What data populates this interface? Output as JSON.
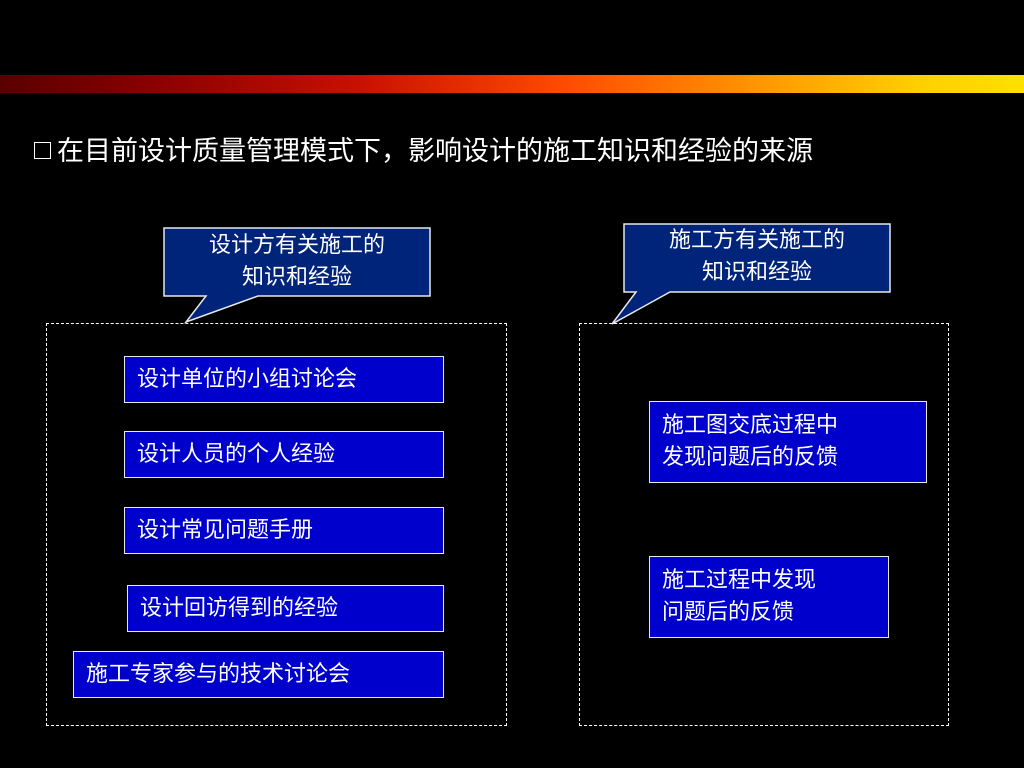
{
  "title": "在目前设计质量管理模式下，影响设计的施工知识和经验的来源",
  "callouts": {
    "left": [
      "设计方有关施工的",
      "知识和经验"
    ],
    "right": [
      "施工方有关施工的",
      "知识和经验"
    ]
  },
  "left_items": [
    "设计单位的小组讨论会",
    "设计人员的个人经验",
    "设计常见问题手册",
    "设计回访得到的经验",
    "施工专家参与的技术讨论会"
  ],
  "right_items": [
    [
      "施工图交底过程中",
      "发现问题后的反馈"
    ],
    [
      "施工过程中发现",
      "问题后的反馈"
    ]
  ],
  "colors": {
    "box_fill": "#0000cc",
    "callout_fill": "#00247a",
    "background": "#000000"
  }
}
